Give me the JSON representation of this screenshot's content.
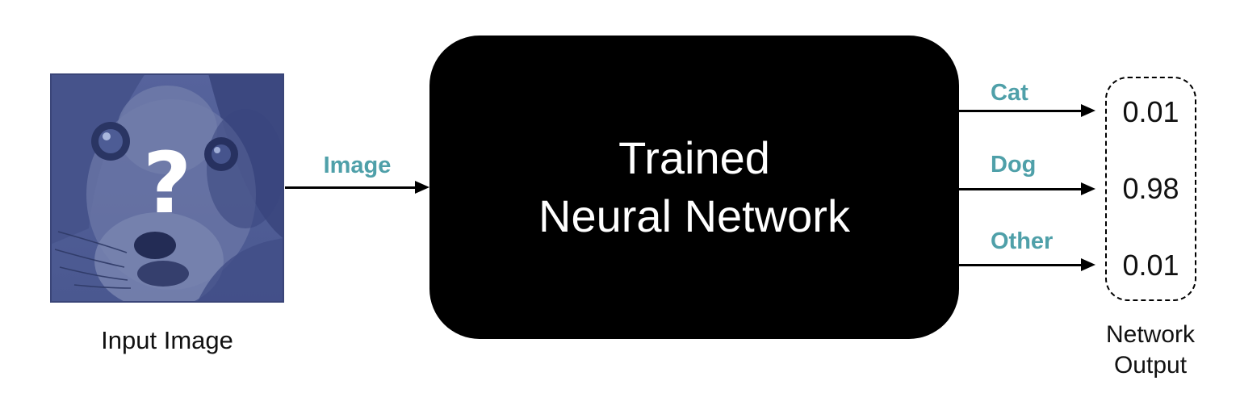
{
  "colors": {
    "accent_teal": "#4FA0A9",
    "network_box_fill": "#000000",
    "image_overlay_blue": "#4e5c95",
    "arrow_color": "#000000"
  },
  "input": {
    "caption": "Input Image",
    "overlay_question_mark": "?",
    "image_name": "puppy-photo-with-blue-overlay"
  },
  "flow": {
    "input_arrow_label": "Image"
  },
  "network": {
    "title_line1": "Trained",
    "title_line2": "Neural Network"
  },
  "outputs": [
    {
      "label": "Cat",
      "value": "0.01"
    },
    {
      "label": "Dog",
      "value": "0.98"
    },
    {
      "label": "Other",
      "value": "0.01"
    }
  ],
  "output_box": {
    "caption": "Network Output"
  }
}
